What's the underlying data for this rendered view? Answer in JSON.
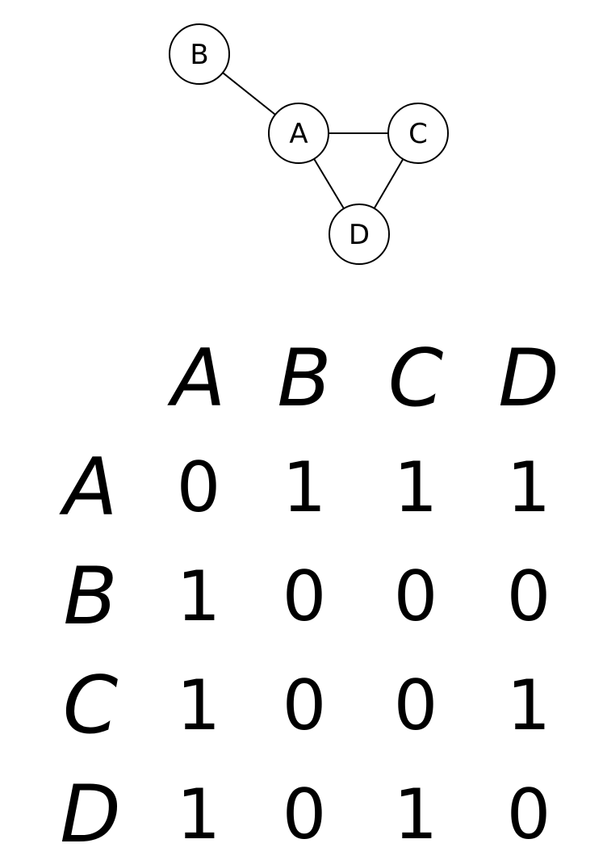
{
  "graph": {
    "nodes": [
      {
        "id": "A",
        "label": "A"
      },
      {
        "id": "B",
        "label": "B"
      },
      {
        "id": "C",
        "label": "C"
      },
      {
        "id": "D",
        "label": "D"
      }
    ],
    "edges": [
      [
        "B",
        "A"
      ],
      [
        "A",
        "C"
      ],
      [
        "A",
        "D"
      ],
      [
        "C",
        "D"
      ]
    ]
  },
  "matrix": {
    "column_headers": [
      "A",
      "B",
      "C",
      "D"
    ],
    "row_headers": [
      "A",
      "B",
      "C",
      "D"
    ],
    "rows": [
      [
        "0",
        "1",
        "1",
        "1"
      ],
      [
        "1",
        "0",
        "0",
        "0"
      ],
      [
        "1",
        "0",
        "0",
        "1"
      ],
      [
        "1",
        "0",
        "1",
        "0"
      ]
    ]
  }
}
